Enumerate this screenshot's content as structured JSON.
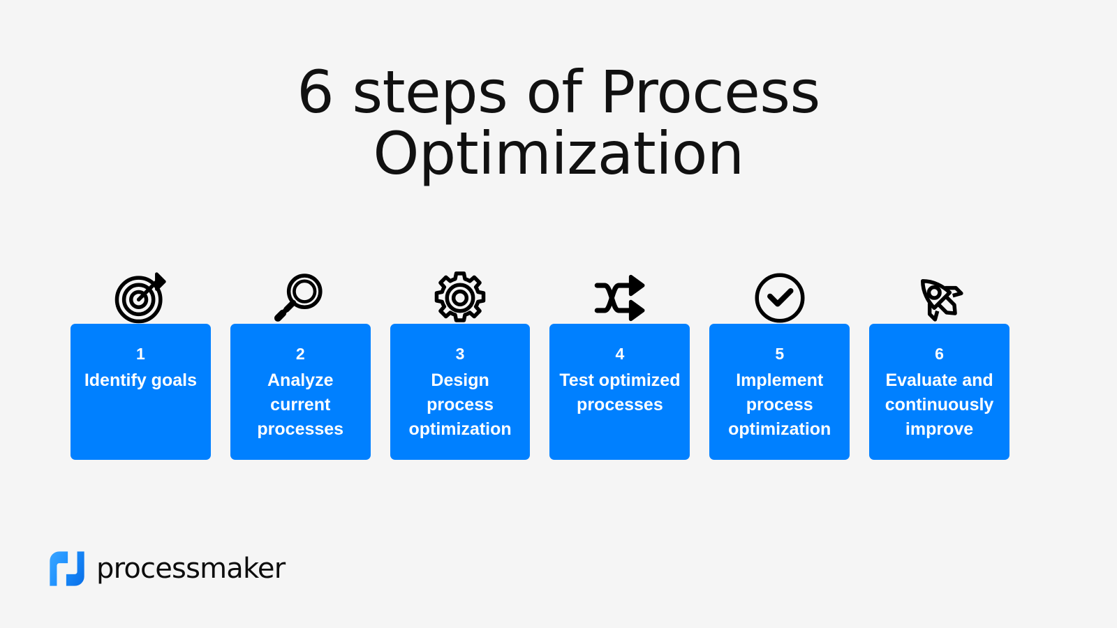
{
  "background_color": "#f5f5f5",
  "accent_color": "#0080ff",
  "text_color": "#111111",
  "title": {
    "line1": "6 steps of Process",
    "line2": "Optimization"
  },
  "steps": [
    {
      "number": "1",
      "label": "Identify goals",
      "icon": "target-icon"
    },
    {
      "number": "2",
      "label": "Analyze current processes",
      "icon": "magnifier-icon"
    },
    {
      "number": "3",
      "label": "Design process optimization",
      "icon": "gear-icon"
    },
    {
      "number": "4",
      "label": "Test optimized processes",
      "icon": "shuffle-icon"
    },
    {
      "number": "5",
      "label": "Implement process optimization",
      "icon": "check-circle-icon"
    },
    {
      "number": "6",
      "label": "Evaluate and continuously improve",
      "icon": "rocket-icon"
    }
  ],
  "logo": {
    "wordmark": "processmaker",
    "mark_name": "processmaker-logo-icon",
    "mark_color_light": "#2e9cff",
    "mark_color_dark": "#0b73ef"
  }
}
